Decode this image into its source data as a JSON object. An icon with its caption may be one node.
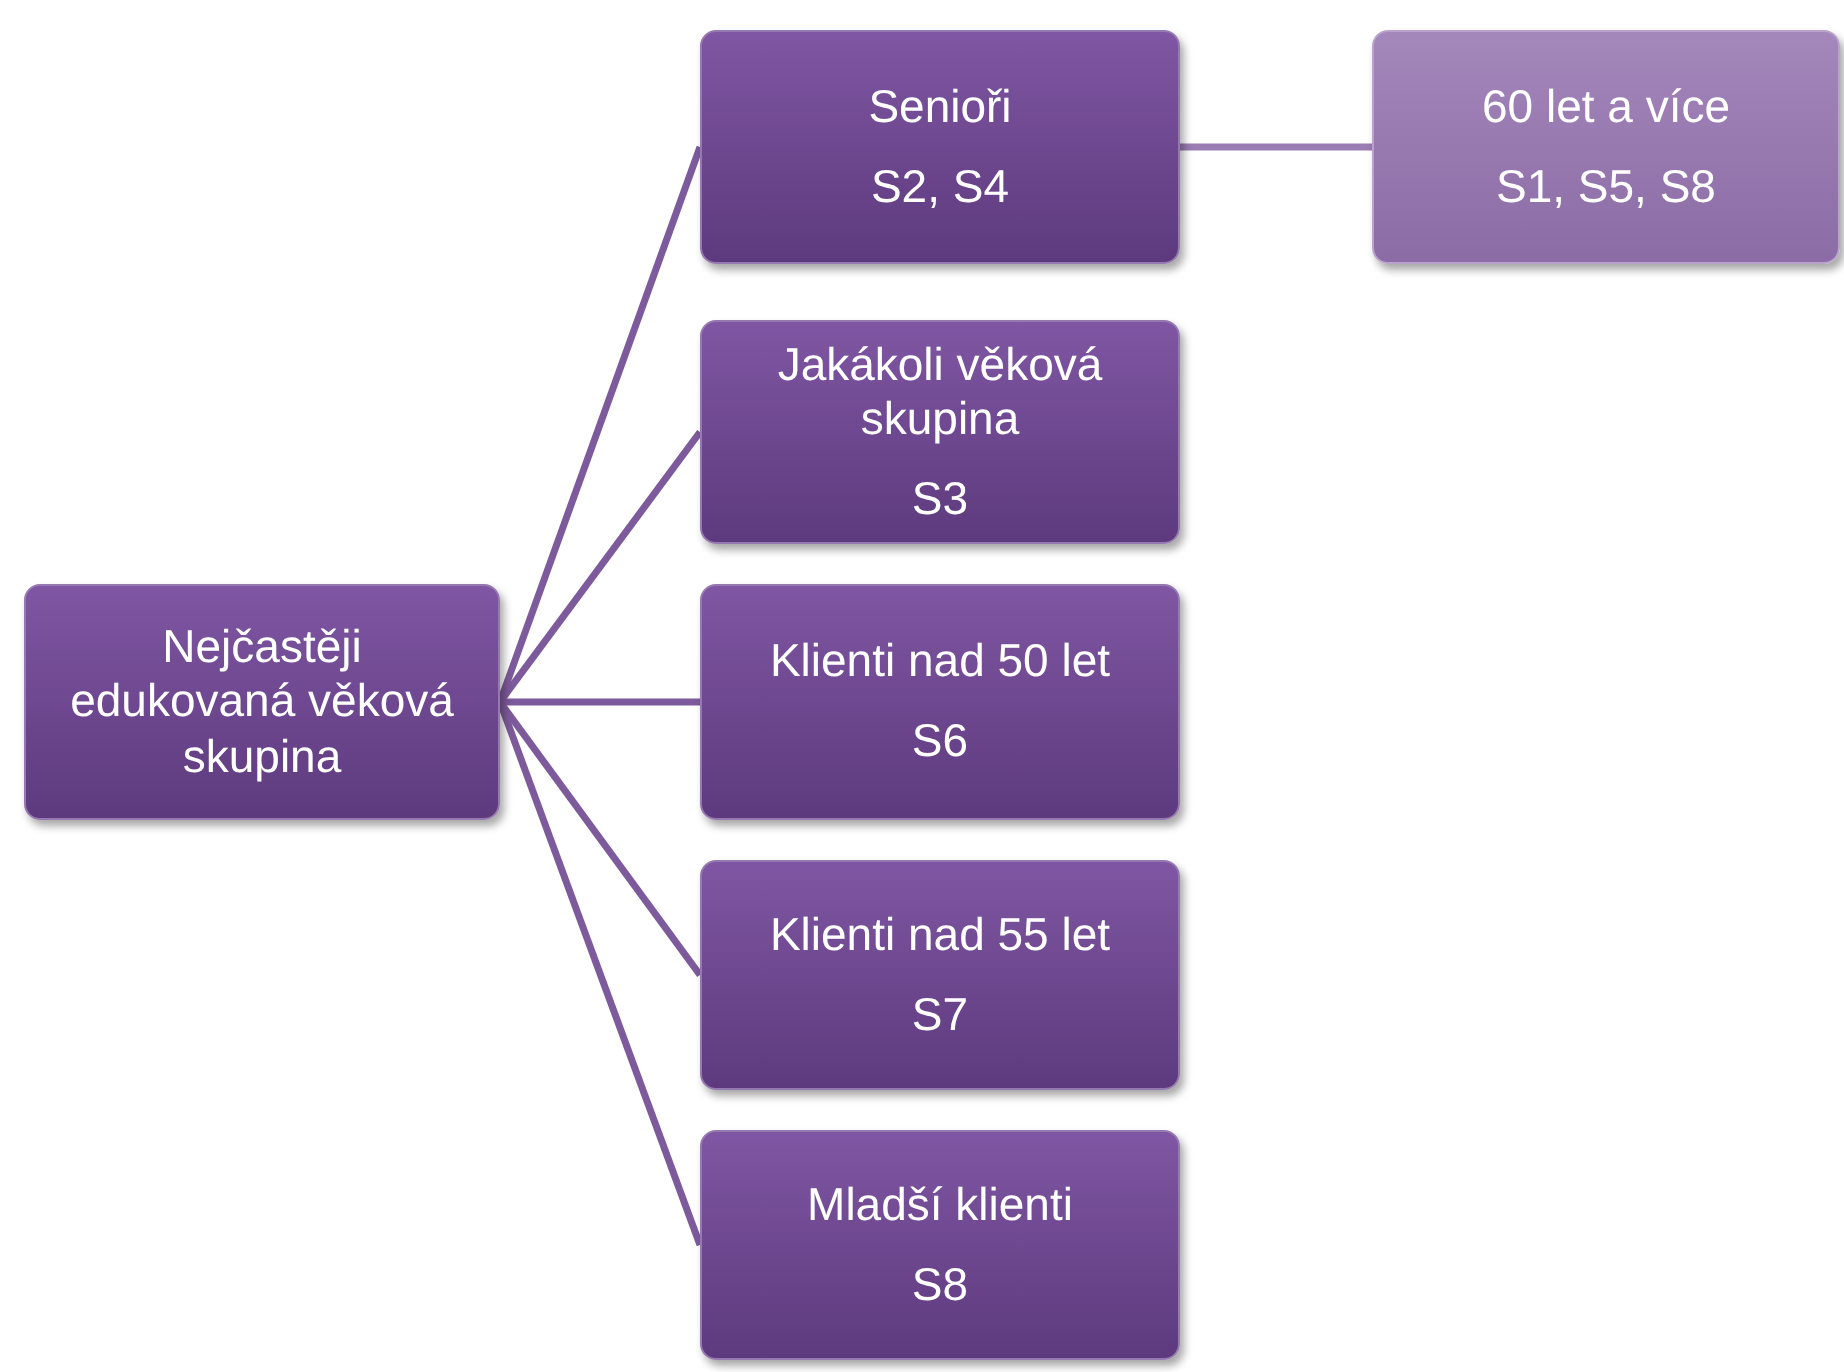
{
  "diagram": {
    "nodes": [
      {
        "text": [
          "Nejčastěji edukovaná věková skupina"
        ]
      },
      {
        "text": [
          "Senioři",
          "S2, S4"
        ]
      },
      {
        "text": [
          "Jakákoli věková skupina",
          "S3"
        ]
      },
      {
        "text": [
          "Klienti nad 50 let",
          "S6"
        ]
      },
      {
        "text": [
          "Klienti nad 55 let",
          "S7"
        ]
      },
      {
        "text": [
          "Mladší klienti",
          "S8"
        ]
      },
      {
        "text": [
          "60 let a více",
          "S1, S5, S8"
        ]
      }
    ],
    "edges": [
      {
        "from": 0,
        "to": 1,
        "arrow": "none"
      },
      {
        "from": 0,
        "to": 2,
        "arrow": "none"
      },
      {
        "from": 0,
        "to": 3,
        "arrow": "none"
      },
      {
        "from": 0,
        "to": 4,
        "arrow": "none"
      },
      {
        "from": 0,
        "to": 5,
        "arrow": "none"
      },
      {
        "from": 1,
        "to": 6,
        "arrow": "none",
        "color": "#9a7db3"
      }
    ]
  }
}
